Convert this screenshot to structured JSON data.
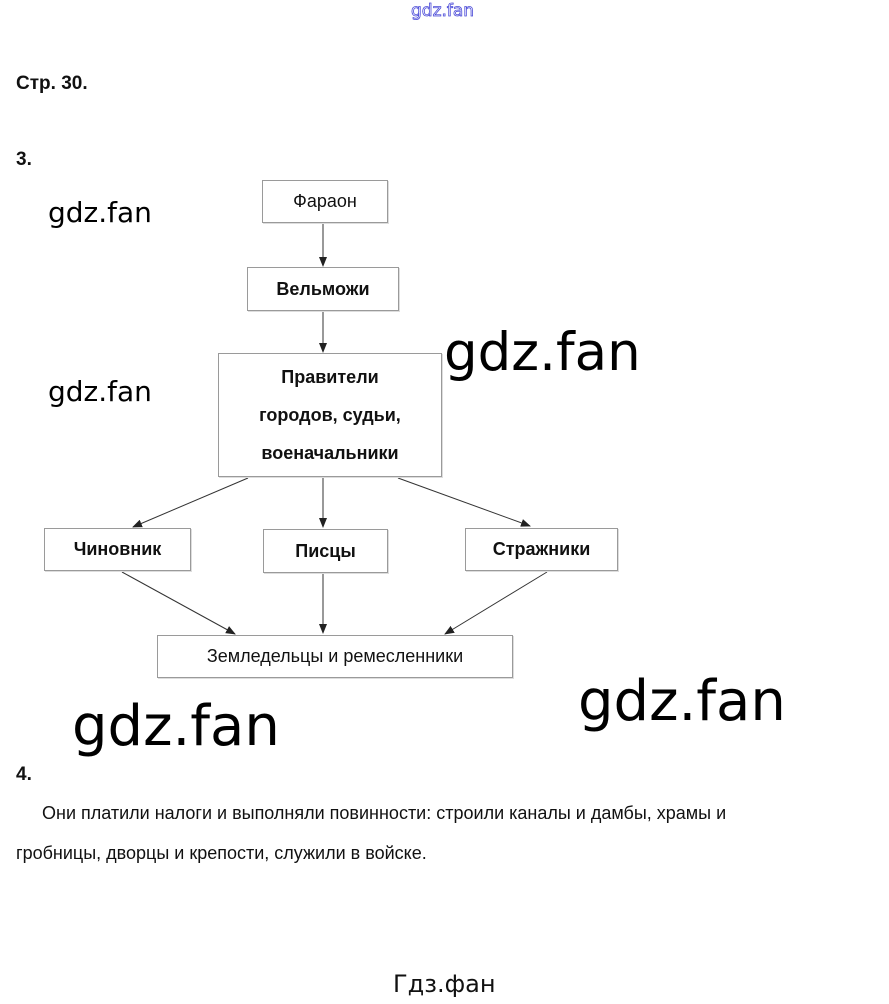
{
  "watermarks": {
    "top": "gdz.fan",
    "left1": "gdz.fan",
    "left2": "gdz.fan",
    "center": "gdz.fan",
    "bottom_left": "gdz.fan",
    "bottom_right": "gdz.fan",
    "footer": "Гдз.фан"
  },
  "page_heading": "Стр. 30.",
  "task3": {
    "number": "3.",
    "diagram": {
      "pharaoh": "Фараон",
      "nobles": "Вельможи",
      "rulers": [
        "Правители",
        "городов, судьи,",
        "военачальники"
      ],
      "officials": "Чиновник",
      "scribes": "Писцы",
      "guards": "Стражники",
      "farmers": "Земледельцы и ремесленники"
    }
  },
  "task4": {
    "number": "4.",
    "lines": [
      "Они платили налоги и выполняли повинности: строили каналы и дамбы, храмы и",
      "гробницы, дворцы и крепости, служили в войске."
    ]
  }
}
